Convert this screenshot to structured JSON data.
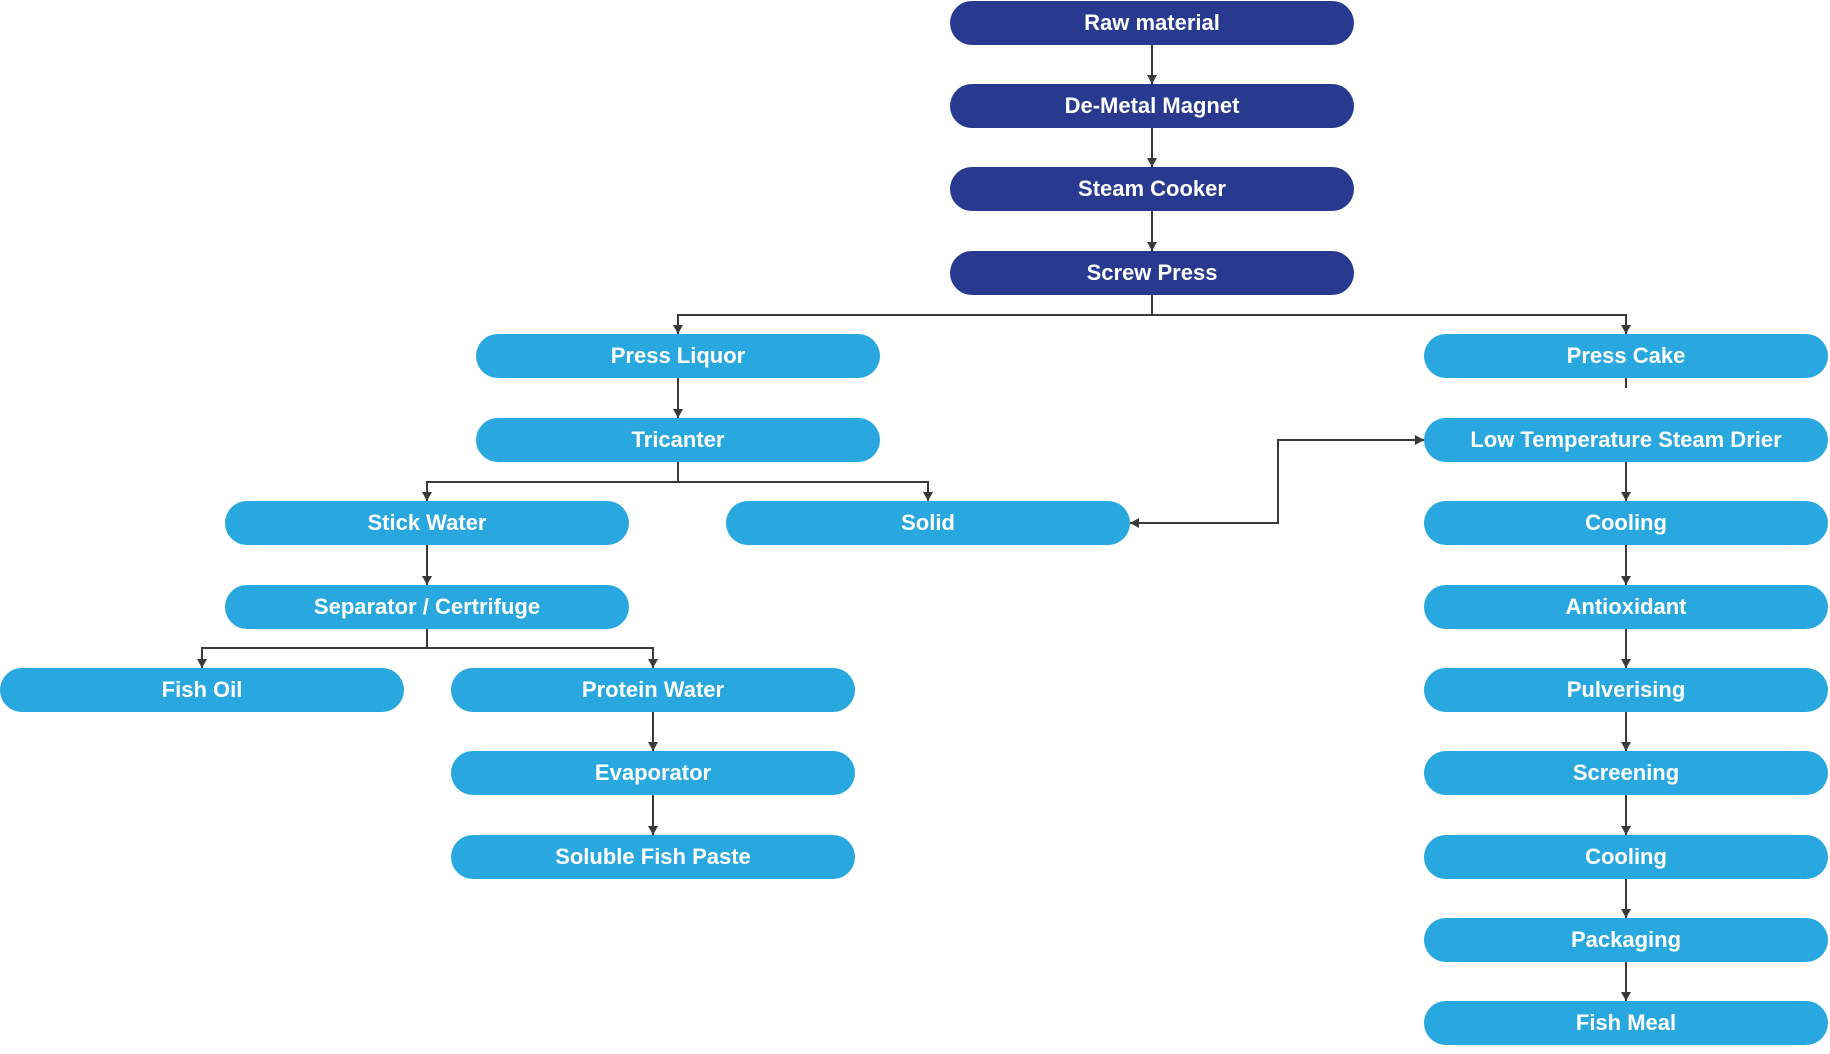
{
  "colors": {
    "primary": "#283a90",
    "secondary": "#29a8e0",
    "connector": "#3a3a3a",
    "text": "#ffffff"
  },
  "nodes": {
    "raw_material": "Raw material",
    "de_metal_magnet": "De-Metal Magnet",
    "steam_cooker": "Steam Cooker",
    "screw_press": "Screw Press",
    "press_liquor": "Press Liquor",
    "press_cake": "Press Cake",
    "tricanter": "Tricanter",
    "stick_water": "Stick Water",
    "solid": "Solid",
    "separator": "Separator / Certrifuge",
    "fish_oil": "Fish Oil",
    "protein_water": "Protein Water",
    "evaporator": "Evaporator",
    "soluble_fish_paste": "Soluble Fish Paste",
    "low_temp_drier": "Low Temperature Steam Drier",
    "cooling_1": "Cooling",
    "antioxidant": "Antioxidant",
    "pulverising": "Pulverising",
    "screening": "Screening",
    "cooling_2": "Cooling",
    "packaging": "Packaging",
    "fish_meal": "Fish Meal"
  }
}
